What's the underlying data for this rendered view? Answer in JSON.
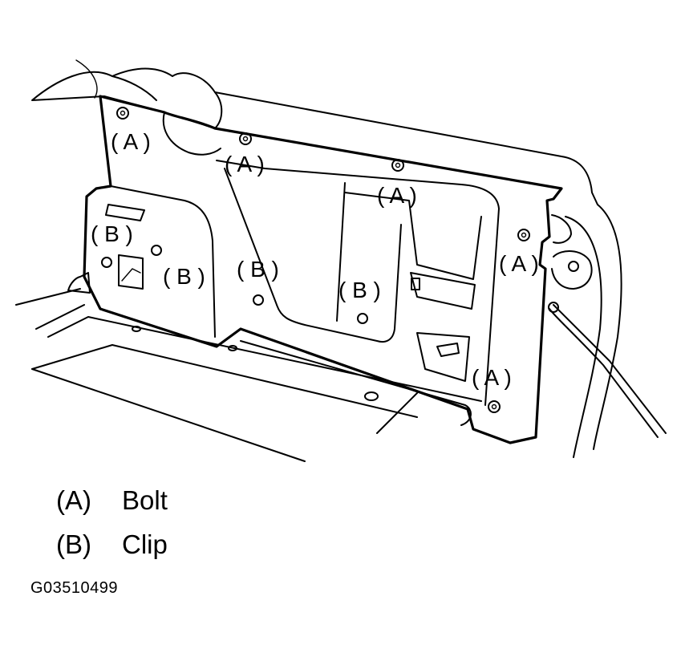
{
  "callouts": {
    "a1": "( A )",
    "a2": "( A )",
    "a3": "( A )",
    "a4": "( A )",
    "a5": "( A )",
    "b1": "( B )",
    "b2": "( B )",
    "b3": "( B )",
    "b4": "( B )"
  },
  "legend": [
    {
      "key": "(A)",
      "label": "Bolt"
    },
    {
      "key": "(B)",
      "label": "Clip"
    }
  ],
  "figure_id": "G03510499"
}
